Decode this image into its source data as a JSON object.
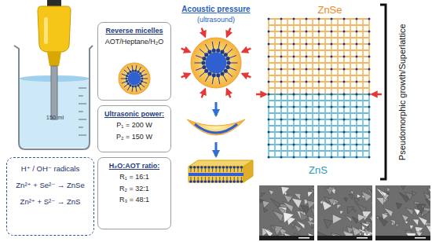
{
  "diagram": {
    "nodes": [
      {
        "text": [
          "H⁺ / OH⁻ radicals",
          "Zn²⁺ + Se²⁻ → ZnSe",
          "Zn²⁺ + S²⁻ → ZnS"
        ]
      },
      {
        "text": [
          "Reverse micelles",
          "AOT/Heptane/H₂O"
        ]
      },
      {
        "text": [
          "Ultrasonic power:",
          "P₁ = 200 W",
          "P₂ = 150 W"
        ]
      },
      {
        "text": [
          "H₂O:AOT ratio:",
          "R₁ = 16:1",
          "R₂ = 32:1",
          "R₃ = 48:1"
        ]
      }
    ],
    "labels": [
      "150 ml",
      "Acoustic pressure",
      "(ultrasound)",
      "ZnSe",
      "ZnS",
      "Pseudomorphic growth/Superlattice"
    ]
  }
}
